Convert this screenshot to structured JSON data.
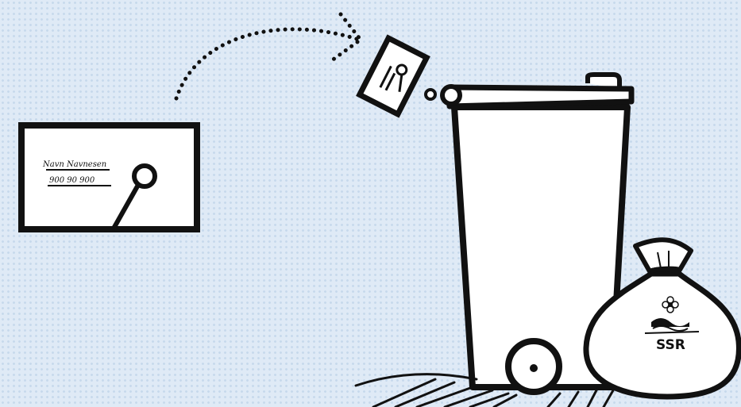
{
  "tag": {
    "name": "Navn Navnesen",
    "phone": "900 90 900"
  },
  "bag": {
    "label": "SSR"
  },
  "icons": [
    "name-tag-icon",
    "dotted-arrow-icon",
    "small-tag-icon",
    "trash-bin-icon",
    "garbage-bag-icon",
    "ssr-logo-icon"
  ],
  "colors": {
    "background": "#dfeaf6",
    "dots": "#c7d9ec",
    "line": "#111111",
    "fill": "#ffffff"
  }
}
